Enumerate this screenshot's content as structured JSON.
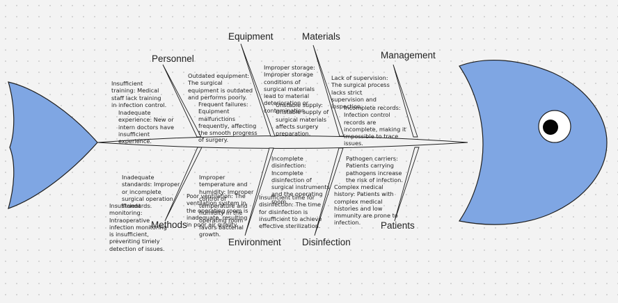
{
  "diagram": {
    "colors": {
      "fish_fill": "#7fa6e3",
      "fish_stroke": "#1e1e1e",
      "bone_fill": "#f2f2f2"
    },
    "categories": {
      "personnel": "Personnel",
      "equipment": "Equipment",
      "materials": "Materials",
      "management": "Management",
      "methods": "Methods",
      "environment": "Environment",
      "disinfection": "Disinfection",
      "patients": "Patients"
    },
    "causes": {
      "insufficient_training": "Insufficient training: Medical staff lack training in infection control.",
      "inadequate_experience": "Inadequate experience: New or intern doctors have insufficient experience.",
      "outdated_equipment": "Outdated equipment: The surgical equipment is outdated and performs poorly.",
      "frequent_failures": "Frequent failures: Equipment malfunctions frequently, affecting the smooth progress of surgery.",
      "improper_storage": "Improper storage: Improper storage conditions of surgical materials lead to material deterioration or contamination.",
      "unstable_supply": "Unstable supply: Unstable supply of surgical materials affects surgery preparation.",
      "lack_of_supervision": "Lack of supervision: The surgical process lacks strict supervision and inspection.",
      "incomplete_records": "Incomplete records: Infection control records are incomplete, making it impossible to trace issues.",
      "inadequate_standards": "Inadequate standards: Improper or incomplete surgical operation standards.",
      "insufficient_monitoring": "Insufficient monitoring: Intraoperative infection monitoring is insufficient, preventing timely detection of issues.",
      "improper_temperature": "Improper temperature and humidity: Improper control of temperature and humidity in the operating room favors bacterial growth.",
      "poor_ventilation": "Poor ventilation: The ventilation system in the operating room is inadequate, resulting in poor air quality.",
      "incomplete_disinfection": "Incomplete disinfection: Incomplete disinfection of surgical instruments and the operating room.",
      "insufficient_time": "Insufficient time for disinfection: The time for disinfection is insufficient to achieve effective sterilization.",
      "pathogen_carriers": "Pathogen carriers: Patients carrying pathogens increase the risk of infection.",
      "complex_history": "Complex medical history: Patients with complex medical histories and low immunity are prone to infection."
    }
  }
}
